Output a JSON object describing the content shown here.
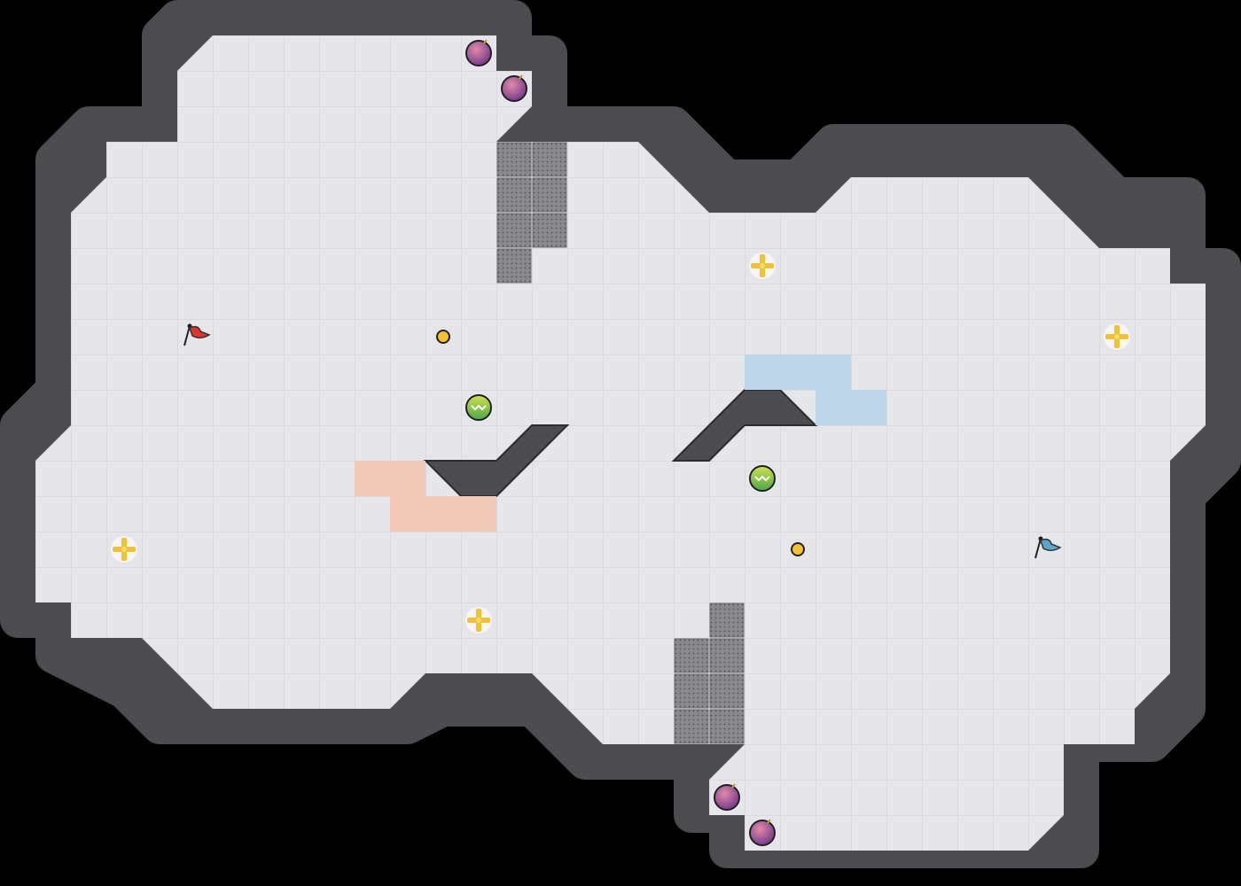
{
  "game": {
    "cols": 35,
    "rows": 25,
    "colors": {
      "floor": "#e6e6ea",
      "grid": "#d6d6da",
      "wall": "#4b4b50",
      "wall_edge": "#2d2d31",
      "background": "#000000",
      "red_zone": "#f2c9b9",
      "blue_zone": "#bed6ea",
      "spike": "#8a8a8e",
      "red_flag": "#e2342b",
      "blue_flag": "#5aa6c9",
      "powerup": "#f2c230",
      "bomb": "#8a3b9c",
      "booster": "#62b446"
    },
    "spikes": [
      [
        14,
        4
      ],
      [
        15,
        4
      ],
      [
        14,
        5
      ],
      [
        15,
        5
      ],
      [
        14,
        6
      ],
      [
        15,
        6
      ],
      [
        14,
        7
      ],
      [
        20,
        17
      ],
      [
        19,
        18
      ],
      [
        20,
        18
      ],
      [
        19,
        19
      ],
      [
        20,
        19
      ],
      [
        19,
        20
      ],
      [
        20,
        20
      ]
    ],
    "red_zone": [
      [
        10,
        13
      ],
      [
        11,
        13
      ],
      [
        11,
        14
      ],
      [
        12,
        14
      ],
      [
        13,
        14
      ]
    ],
    "blue_zone": [
      [
        21,
        10
      ],
      [
        22,
        10
      ],
      [
        23,
        10
      ],
      [
        23,
        11
      ],
      [
        24,
        11
      ]
    ],
    "flags": [
      {
        "team": "red",
        "col": 5,
        "row": 9
      },
      {
        "team": "blue",
        "col": 29,
        "row": 15
      }
    ],
    "powerups": [
      [
        21,
        7
      ],
      [
        31,
        9
      ],
      [
        3,
        15
      ],
      [
        13,
        17
      ]
    ],
    "bombs": [
      [
        13,
        1
      ],
      [
        14,
        2
      ],
      [
        20,
        22
      ],
      [
        21,
        23
      ]
    ],
    "boosters": [
      [
        13,
        11
      ],
      [
        21,
        13
      ]
    ],
    "coins": [
      [
        12,
        9
      ],
      [
        22,
        15
      ]
    ]
  }
}
